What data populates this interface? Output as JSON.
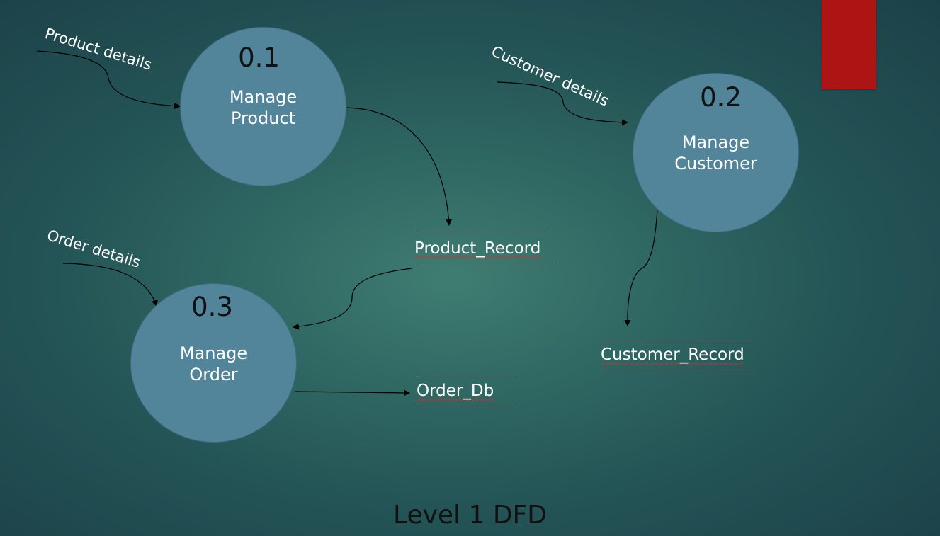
{
  "diagram": {
    "title": "Level 1 DFD",
    "processes": [
      {
        "id": "p1",
        "number": "0.1",
        "name_line1": "Manage",
        "name_line2": "Product"
      },
      {
        "id": "p2",
        "number": "0.2",
        "name_line1": "Manage",
        "name_line2": "Customer"
      },
      {
        "id": "p3",
        "number": "0.3",
        "name_line1": "Manage",
        "name_line2": "Order"
      }
    ],
    "data_stores": [
      {
        "id": "product_record",
        "label": "Product_Record"
      },
      {
        "id": "customer_record",
        "label": "Customer_Record"
      },
      {
        "id": "order_db",
        "label": "Order_Db"
      }
    ],
    "flows": [
      {
        "label": "Product details",
        "to": "0.1"
      },
      {
        "label": "Customer details",
        "to": "0.2"
      },
      {
        "label": "Order details",
        "to": "0.3"
      },
      {
        "label": "",
        "from": "0.1",
        "to": "Product_Record"
      },
      {
        "label": "",
        "from": "0.2",
        "to": "Customer_Record"
      },
      {
        "label": "",
        "from": "Product_Record",
        "to": "0.3"
      },
      {
        "label": "",
        "from": "0.3",
        "to": "Order_Db"
      }
    ]
  },
  "colors": {
    "process_fill": "#52849a",
    "accent_bar": "#ad1515",
    "background": "#2f6762"
  }
}
